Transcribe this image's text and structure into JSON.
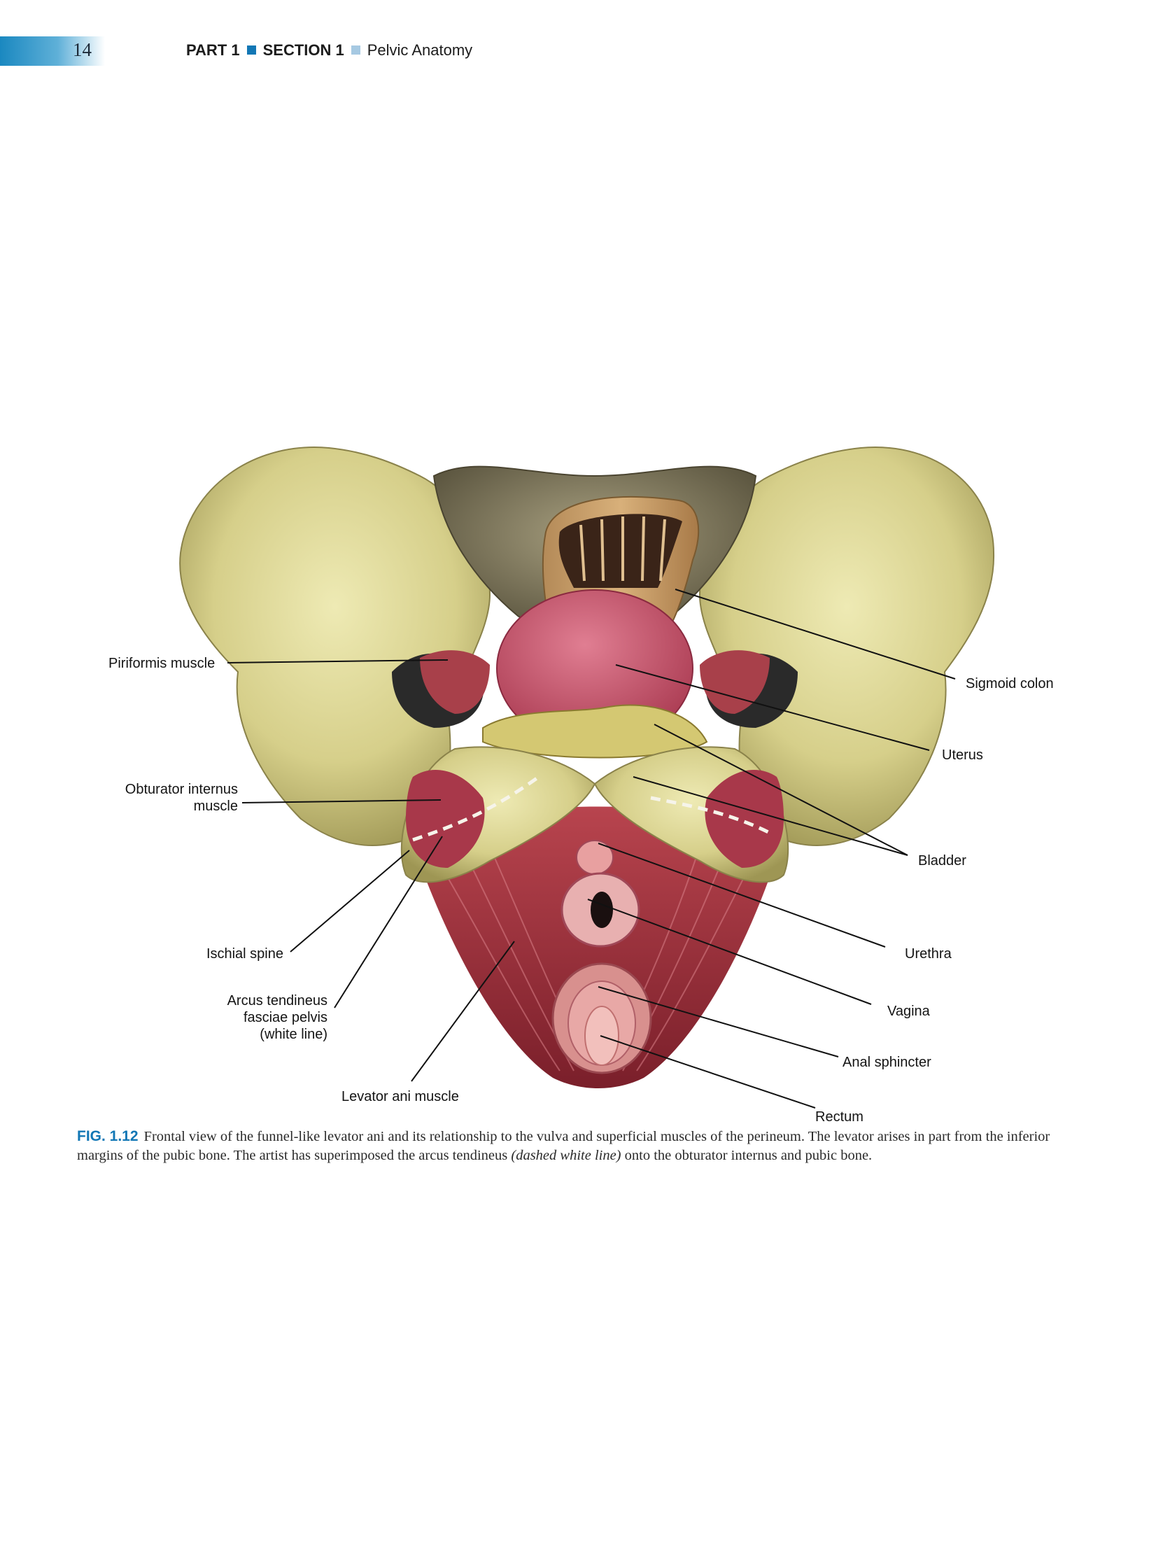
{
  "header": {
    "page_number": "14",
    "part": "PART 1",
    "section": "SECTION 1",
    "title": "Pelvic Anatomy"
  },
  "figure": {
    "labels": {
      "piriformis": "Piriformis muscle",
      "obturator_1": "Obturator internus",
      "obturator_2": "muscle",
      "ischial_spine": "Ischial spine",
      "arcus_1": "Arcus tendineus",
      "arcus_2": "fasciae pelvis",
      "arcus_3": "(white line)",
      "levator_ani": "Levator ani muscle",
      "sigmoid_colon": "Sigmoid colon",
      "uterus": "Uterus",
      "bladder": "Bladder",
      "urethra": "Urethra",
      "vagina": "Vagina",
      "anal_sphincter": "Anal sphincter",
      "rectum": "Rectum"
    },
    "colors": {
      "bone": "#d8d28e",
      "muscle": "#9a2f3a",
      "uterus": "#c8506a"
    }
  },
  "caption": {
    "fig_number": "FIG. 1.12",
    "text_1": "Frontal view of the funnel-like levator ani and its relationship to the vulva and superficial muscles of the perineum. The levator arises in part from the inferior margins of the pubic bone. The artist has superimposed the arcus tendineus ",
    "text_italic": "(dashed white line)",
    "text_2": " onto the obturator internus and pubic bone."
  }
}
